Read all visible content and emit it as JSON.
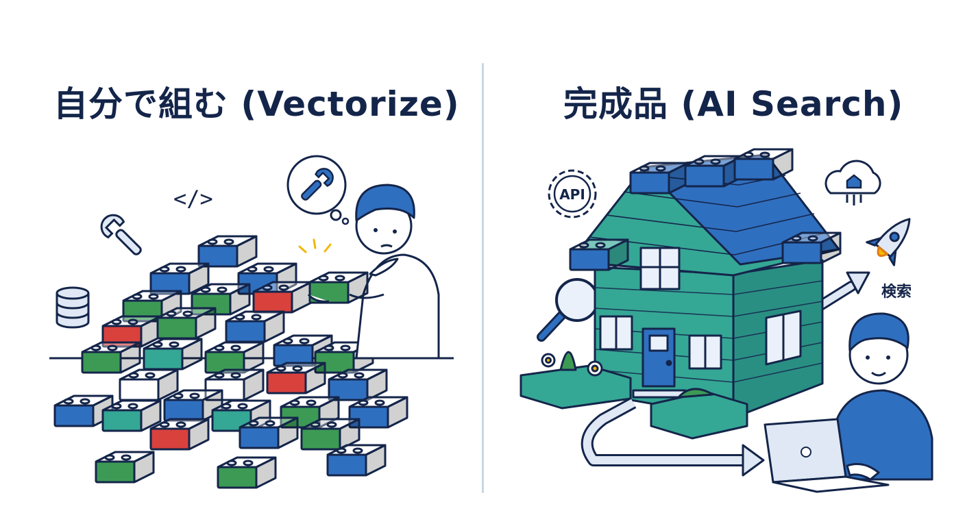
{
  "left_panel": {
    "title": "自分で組む (Vectorize)",
    "code_glyph": "</>",
    "icons": [
      "wrench-icon",
      "database-icon",
      "code-icon",
      "thought-bubble-wrench-icon"
    ]
  },
  "right_panel": {
    "title": "完成品 (AI Search)",
    "api_badge": "API",
    "search_label": "検索",
    "icons": [
      "api-gear-icon",
      "cloud-icon",
      "rocket-icon",
      "magnifier-icon",
      "laptop-icon"
    ]
  },
  "colors": {
    "ink": "#14254a",
    "blue": "#2f6fc0",
    "green": "#3c9a55",
    "red": "#d9413d",
    "teal": "#35a795",
    "divider": "#c9d6e6"
  }
}
